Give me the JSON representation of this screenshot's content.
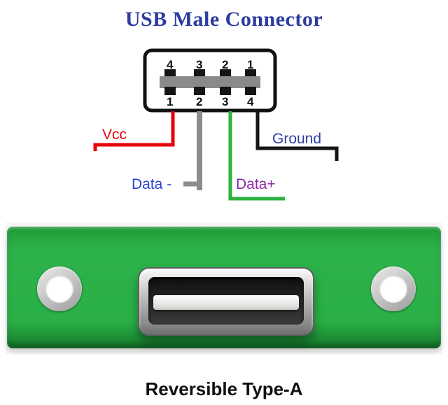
{
  "title": "USB Male Connector",
  "caption": "Reversible Type-A",
  "connector": {
    "top_pins": [
      "4",
      "3",
      "2",
      "1"
    ],
    "bottom_pins": [
      "1",
      "2",
      "3",
      "4"
    ]
  },
  "wires": {
    "vcc": {
      "label": "Vcc",
      "wire_color": "#e8000b",
      "label_color": "#e8000b"
    },
    "data_minus": {
      "label": "Data -",
      "wire_color": "#8c8c8c",
      "label_color": "#2744d0"
    },
    "data_plus": {
      "label": "Data+",
      "wire_color": "#2eb240",
      "label_color": "#8d27a8"
    },
    "ground": {
      "label": "Ground",
      "wire_color": "#161616",
      "label_color": "#2e3f9e"
    }
  },
  "colors": {
    "title": "#2c3c9e",
    "pcb_green": "#2ab047",
    "connector_tongue_gray": "#8a8a8a",
    "caption": "#101010"
  }
}
